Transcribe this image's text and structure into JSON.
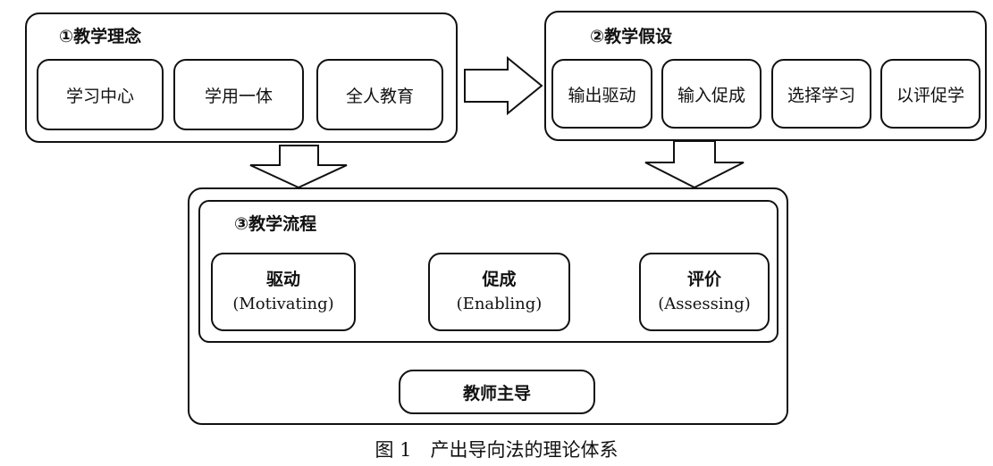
{
  "philosophy": {
    "title": "①教学理念",
    "items": [
      "学习中心",
      "学用一体",
      "全人教育"
    ]
  },
  "hypotheses": {
    "title": "②教学假设",
    "items": [
      "输出驱动",
      "输入促成",
      "选择学习",
      "以评促学"
    ]
  },
  "process": {
    "title": "③教学流程",
    "steps": [
      {
        "zh": "驱动",
        "en": "(Motivating)"
      },
      {
        "zh": "促成",
        "en": "(Enabling)"
      },
      {
        "zh": "评价",
        "en": "(Assessing)"
      }
    ],
    "teacher": "教师主导"
  },
  "caption": "图 1　产出导向法的理论体系"
}
